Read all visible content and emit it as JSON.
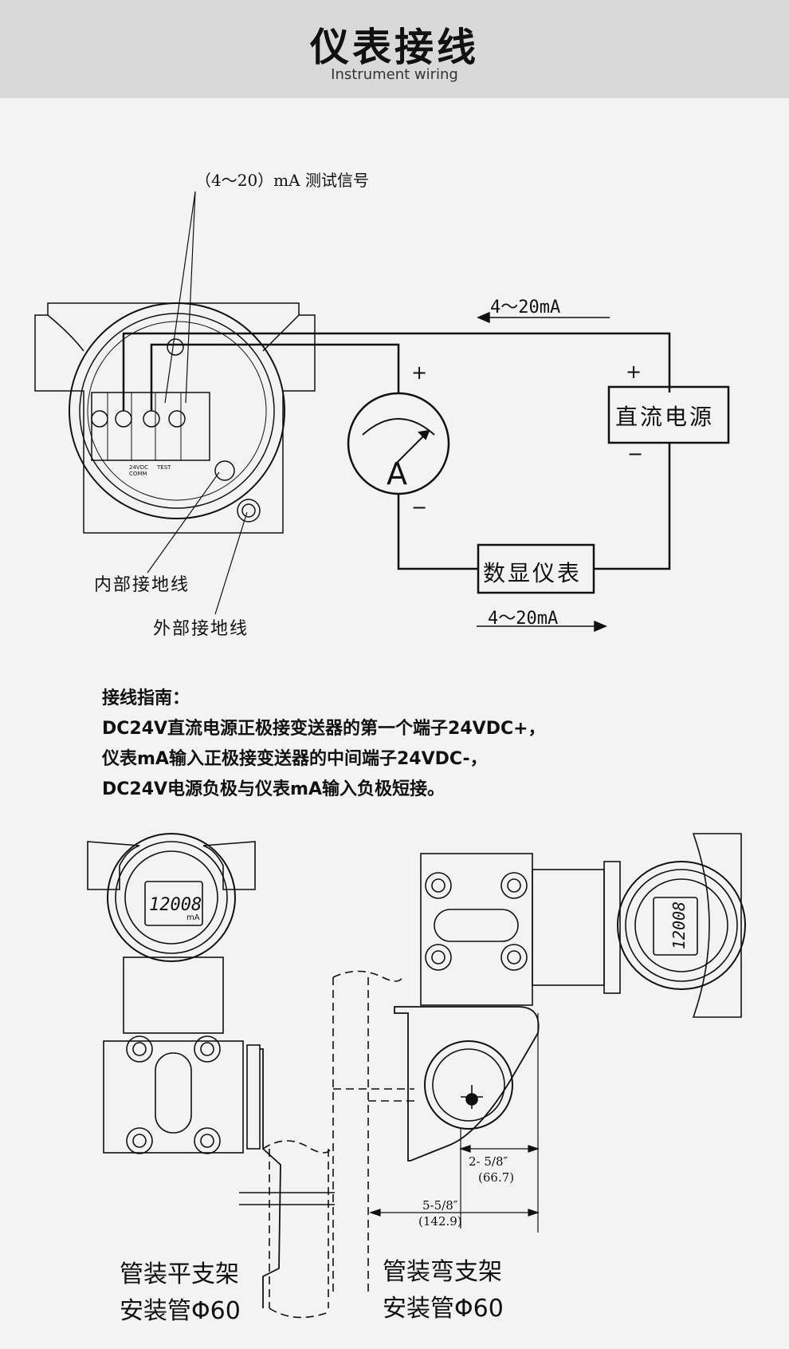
{
  "header": {
    "title": "仪表接线",
    "subtitle": "Instrument wiring"
  },
  "wiring": {
    "test_signal_label": "（4～20）mA 测试信号",
    "current_top": "4～20mA",
    "current_bottom": "4～20mA",
    "plus": "+",
    "minus": "−",
    "ammeter_letter": "A",
    "dc_power_label": "直流电源",
    "digital_meter_label": "数显仪表",
    "internal_ground_label": "内部接地线",
    "external_ground_label": "外部接地线",
    "terminal_labels": [
      "24VDC",
      "COMM",
      "TEST"
    ]
  },
  "guide": {
    "heading": "接线指南：",
    "lines": [
      "DC24V直流电源正极接变送器的第一个端子24VDC+，",
      "仪表mA输入正极接变送器的中间端子24VDC-，",
      "DC24V电源负极与仪表mA输入负极短接。"
    ]
  },
  "mounting": {
    "display_reading_left": "12008",
    "display_reading_right": "12008",
    "display_unit": "mA",
    "dim_small_inch": "2- 5/8″",
    "dim_small_mm": "(66.7)",
    "dim_large_inch": "5-5/8″",
    "dim_large_mm": "(142.9)",
    "left_caption_line1": "管装平支架",
    "left_caption_line2": "安装管Φ60",
    "right_caption_line1": "管装弯支架",
    "right_caption_line2": "安装管Φ60"
  }
}
